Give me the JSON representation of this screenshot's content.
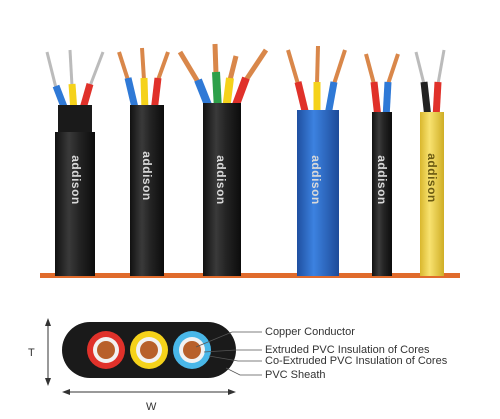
{
  "brand_text": "addison",
  "cable_count": 6,
  "colors": {
    "sheath_black": "#2a2a2a",
    "sheath_blue": "#2e6fd1",
    "sheath_yellow": "#f2d64a",
    "floor": "#e06b2c",
    "copper": "#d9874a",
    "core_red": "#e0312a",
    "core_yellow": "#f5d21a",
    "core_blue": "#2f79d6",
    "core_green": "#2ea04a",
    "core_black": "#222222",
    "core_white": "#f2f2f2"
  },
  "cross_section": {
    "labels": [
      "Copper Conductor",
      "Extruded PVC Insulation of Cores",
      "Co-Extruded PVC Insulation of Cores",
      "PVC Sheath"
    ],
    "dim_height": "T",
    "dim_width": "W"
  }
}
